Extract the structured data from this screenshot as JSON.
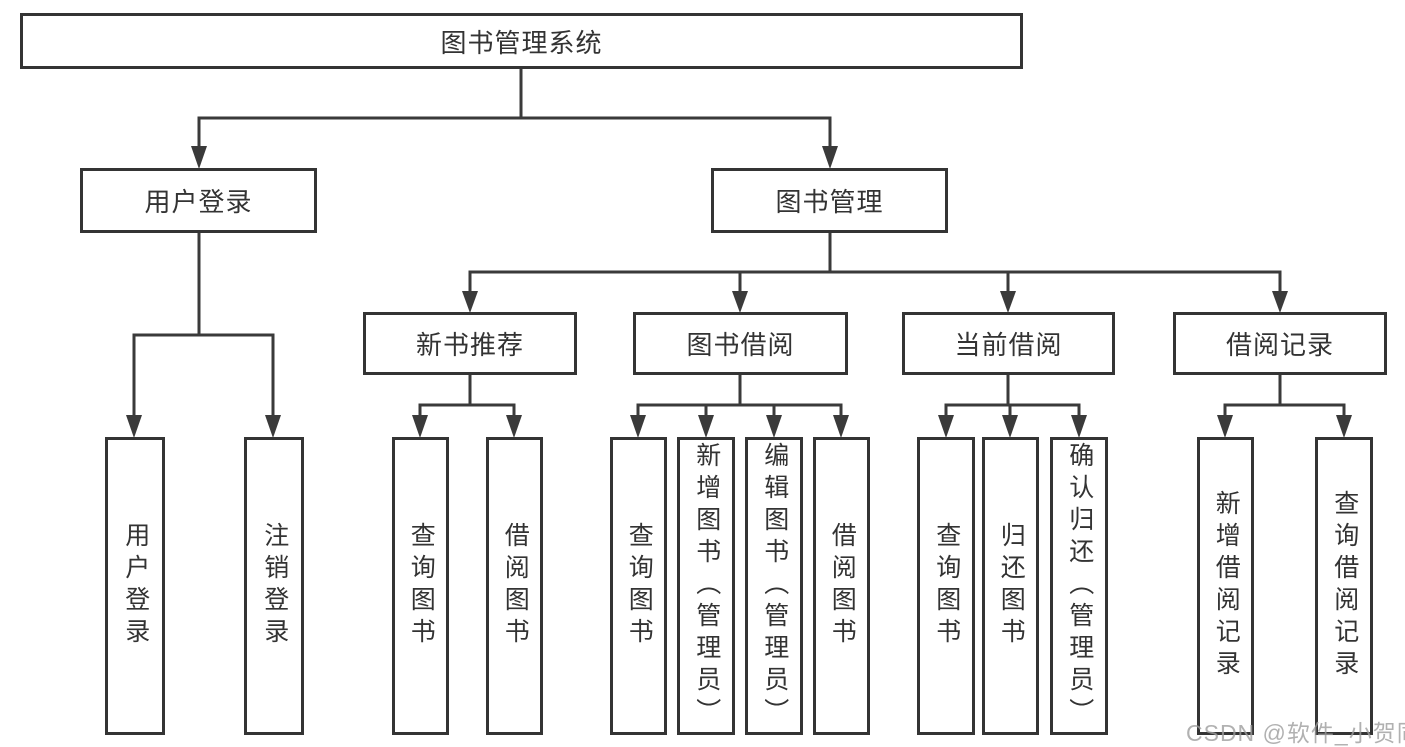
{
  "diagram": {
    "root": "图书管理系统",
    "branches": [
      {
        "label": "用户登录",
        "children": [
          "用户登录",
          "注销登录"
        ]
      },
      {
        "label": "图书管理",
        "children": [
          {
            "label": "新书推荐",
            "children": [
              "查询图书",
              "借阅图书"
            ]
          },
          {
            "label": "图书借阅",
            "children": [
              "查询图书",
              "新增图书（管理员）",
              "编辑图书（管理员）",
              "借阅图书"
            ]
          },
          {
            "label": "当前借阅",
            "children": [
              "查询图书",
              "归还图书",
              "确认归还（管理员）"
            ]
          },
          {
            "label": "借阅记录",
            "children": [
              "新增借阅记录",
              "查询借阅记录"
            ]
          }
        ]
      }
    ]
  },
  "watermark": "CSDN @软件_小贺同学",
  "colors": {
    "line": "#3a3a3a",
    "box_border": "#343434",
    "text": "#333333",
    "watermark": "#9e9e9e",
    "background": "#ffffff"
  }
}
